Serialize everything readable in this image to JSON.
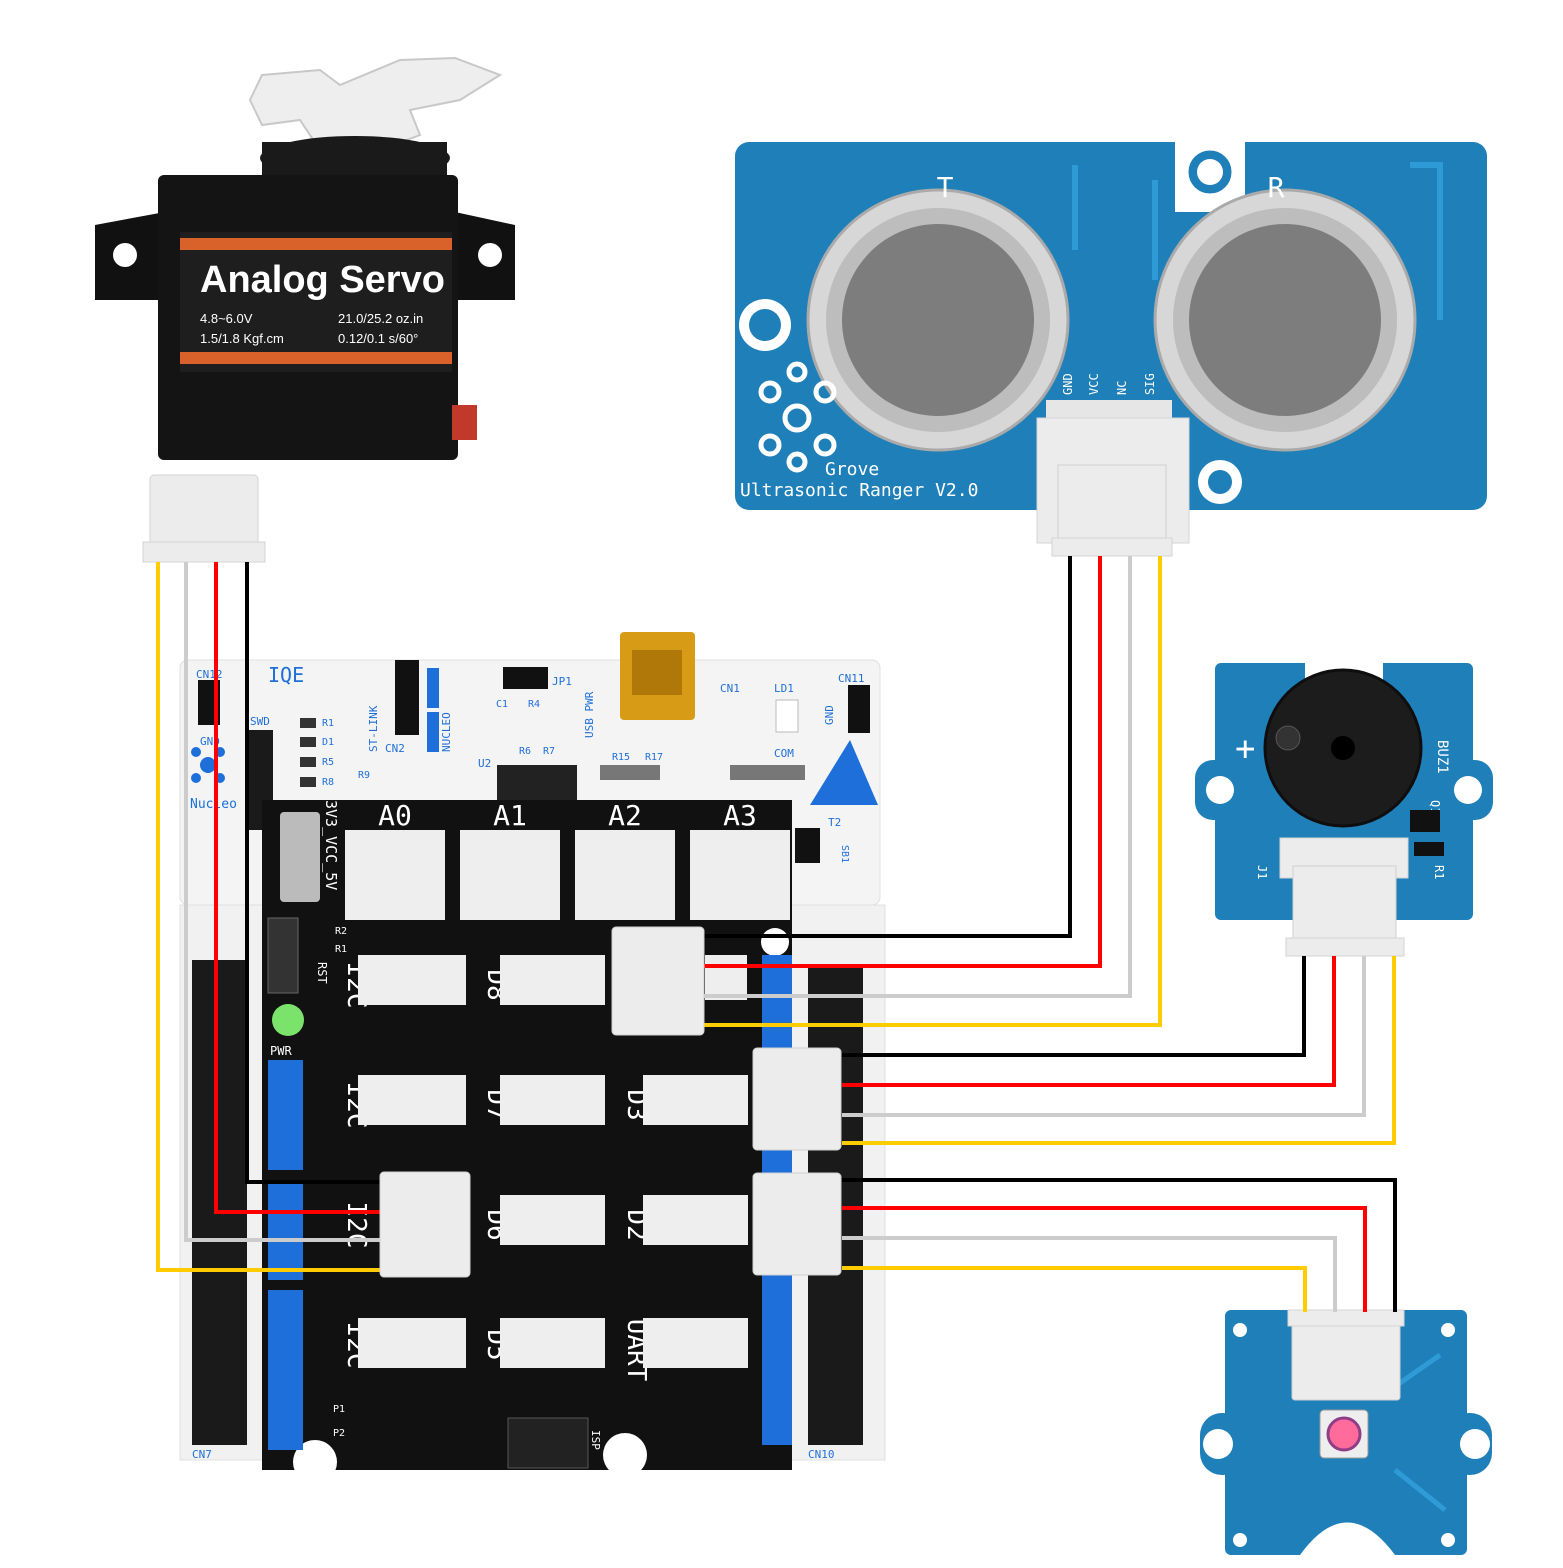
{
  "servo": {
    "brand": "Analog Servo",
    "spec_voltage": "4.8~6.0V",
    "spec_torque_oz": "21.0/25.2 oz.in",
    "spec_torque_kgf": "1.5/1.8 Kgf.cm",
    "spec_speed": "0.12/0.1 s/60°"
  },
  "ultrasonic": {
    "label_t": "T",
    "label_r": "R",
    "pins": [
      "GND",
      "VCC",
      "NC",
      "SIG"
    ],
    "brand": "Grove",
    "name": "Ultrasonic Ranger V2.0"
  },
  "buzzer": {
    "plus": "+",
    "ref": "BUZ1",
    "q": "Q1",
    "r": "R1",
    "j": "J1"
  },
  "nucleo": {
    "cn12": "CN12",
    "cn11": "CN11",
    "cn7": "CN7",
    "cn10": "CN10",
    "cn1": "CN1",
    "cn2": "CN2",
    "swd": "SWD",
    "gnd_left": "GND",
    "gnd_right": "GND",
    "ld1": "LD1",
    "com": "COM",
    "jp1": "JP1",
    "usb_pwr": "USB PWR",
    "st_link": "ST-LINK",
    "nucleo_sel": "NUCLEO",
    "nucleo_logo": "Nucleo",
    "u2": "U2",
    "r1": "R1",
    "d1": "D1",
    "r5": "R5",
    "r8": "R8",
    "r9": "R9",
    "c1": "C1",
    "r4": "R4",
    "r6": "R6",
    "r7": "R7",
    "r15": "R15",
    "r17": "R17",
    "t2": "T2",
    "sb1": "SB1",
    "top_letters": "IQE"
  },
  "shield": {
    "analog_ports": [
      "A0",
      "A1",
      "A2",
      "A3"
    ],
    "rows": [
      {
        "left": "I2C",
        "mid": "D8",
        "right": ""
      },
      {
        "left": "I2C",
        "mid": "D7",
        "right": "D3"
      },
      {
        "left": "I2C",
        "mid": "D6",
        "right": "D2"
      },
      {
        "left": "I2C",
        "mid": "D5",
        "right": "UART"
      }
    ],
    "voltage_switch": "3V3_VCC_5V",
    "rst": "RST",
    "pwr": "PWR",
    "isp": "ISP",
    "p1": "P1",
    "p2": "P2",
    "r2": "R2",
    "r1": "R1"
  },
  "wire_colors": {
    "black": "#000000",
    "red": "#ff0000",
    "gray": "#cccccc",
    "yellow": "#ffcc00"
  },
  "pcb_colors": {
    "grove_blue": "#1f7fb8",
    "nucleo_white": "#f4f4f4",
    "shield_black": "#111111",
    "header_blue": "#1e6fd9",
    "connector_white": "#ececec"
  }
}
